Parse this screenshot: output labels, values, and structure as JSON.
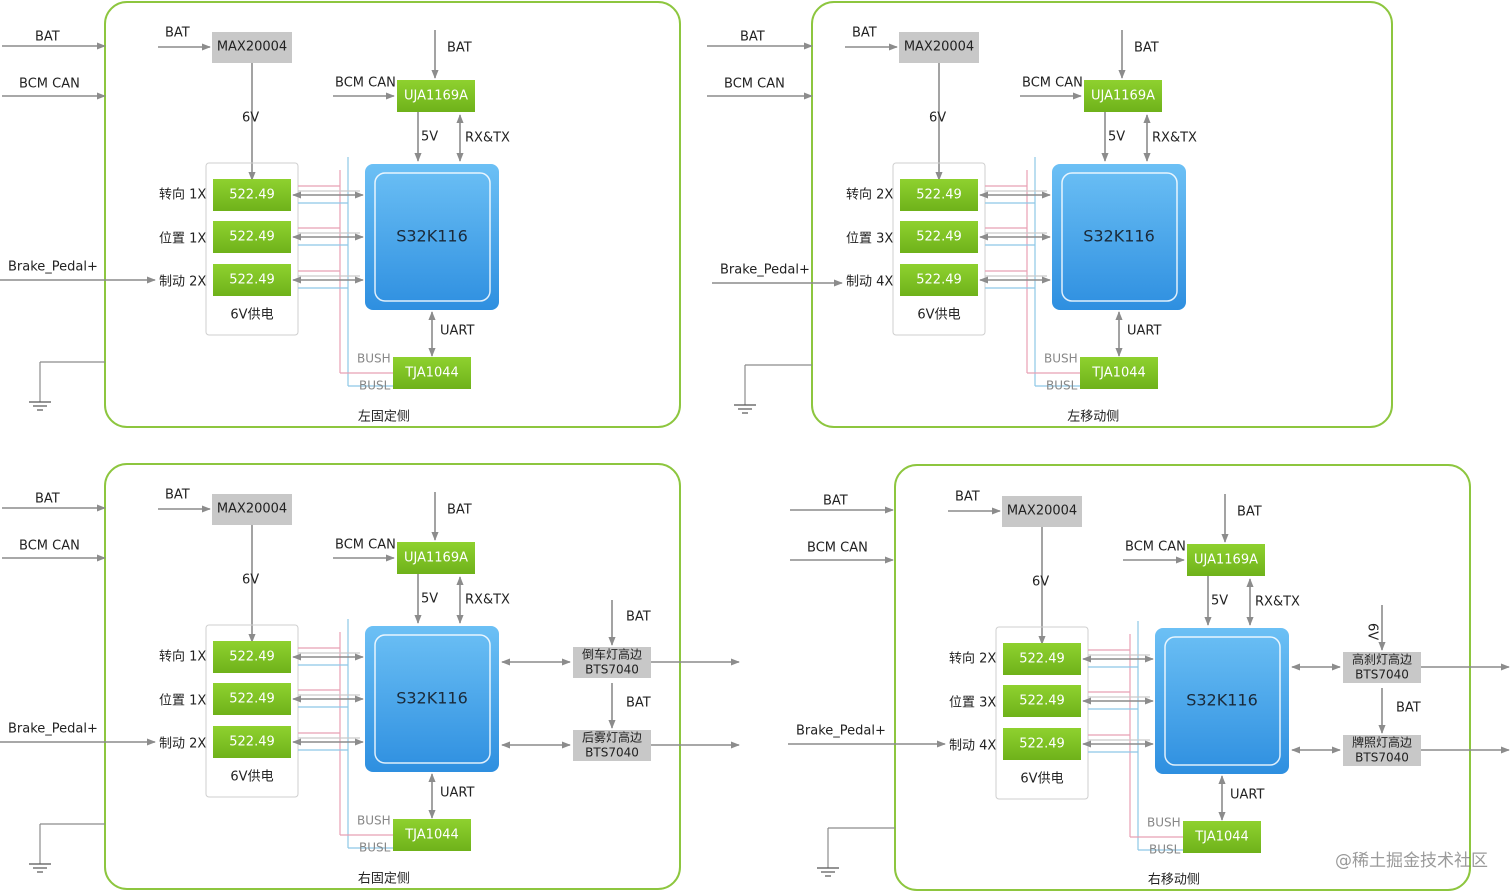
{
  "colors": {
    "frame": "#8dc63f",
    "green_block": "#7cc21f",
    "gray_block": "#c8c8c8",
    "mcu_blue": "#3aa0ea",
    "arrow": "#8c8c8c",
    "pink_line": "#e8a0b4",
    "blue_line": "#8ec8e6"
  },
  "panels": [
    {
      "id": "left-fixed",
      "caption": "左固定侧",
      "inputs": {
        "bat": "BAT",
        "can": "BCM CAN",
        "brake": "Brake_Pedal+"
      },
      "regulator": {
        "label": "MAX20004",
        "in": "BAT",
        "out": "6V"
      },
      "transceiver": {
        "label": "UJA1169A",
        "in": "BAT",
        "can": "BCM CAN",
        "supply": "5V",
        "comm": "RX&TX"
      },
      "mcu": "S32K116",
      "drivers": [
        {
          "tag": "转向 1X",
          "chip": "522.49"
        },
        {
          "tag": "位置 1X",
          "chip": "522.49"
        },
        {
          "tag": "制动 2X",
          "chip": "522.49"
        }
      ],
      "driver_supply": "6V供电",
      "lin": {
        "label": "TJA1044",
        "comm": "UART",
        "bush": "BUSH",
        "busl": "BUSL"
      },
      "loads": []
    },
    {
      "id": "left-moving",
      "caption": "左移动侧",
      "inputs": {
        "bat": "BAT",
        "can": "BCM CAN",
        "brake": "Brake_Pedal+"
      },
      "regulator": {
        "label": "MAX20004",
        "in": "BAT",
        "out": "6V"
      },
      "transceiver": {
        "label": "UJA1169A",
        "in": "BAT",
        "can": "BCM CAN",
        "supply": "5V",
        "comm": "RX&TX"
      },
      "mcu": "S32K116",
      "drivers": [
        {
          "tag": "转向  2X",
          "chip": "522.49"
        },
        {
          "tag": "位置  3X",
          "chip": "522.49"
        },
        {
          "tag": "制动  4X",
          "chip": "522.49"
        }
      ],
      "driver_supply": "6V供电",
      "lin": {
        "label": "TJA1044",
        "comm": "UART",
        "bush": "BUSH",
        "busl": "BUSL"
      },
      "loads": []
    },
    {
      "id": "right-fixed",
      "caption": "右固定侧",
      "inputs": {
        "bat": "BAT",
        "can": "BCM CAN",
        "brake": "Brake_Pedal+"
      },
      "regulator": {
        "label": "MAX20004",
        "in": "BAT",
        "out": "6V"
      },
      "transceiver": {
        "label": "UJA1169A",
        "in": "BAT",
        "can": "BCM CAN",
        "supply": "5V",
        "comm": "RX&TX"
      },
      "mcu": "S32K116",
      "drivers": [
        {
          "tag": "转向 1X",
          "chip": "522.49"
        },
        {
          "tag": "位置 1X",
          "chip": "522.49"
        },
        {
          "tag": "制动 2X",
          "chip": "522.49"
        }
      ],
      "driver_supply": "6V供电",
      "lin": {
        "label": "TJA1044",
        "comm": "UART",
        "bush": "BUSH",
        "busl": "BUSL"
      },
      "loads": [
        {
          "line1": "倒车灯高边",
          "line2": "BTS7040",
          "supply": "BAT",
          "vertical": false
        },
        {
          "line1": "后雾灯高边",
          "line2": "BTS7040",
          "supply": "BAT",
          "vertical": false
        }
      ]
    },
    {
      "id": "right-moving",
      "caption": "右移动侧",
      "inputs": {
        "bat": "BAT",
        "can": "BCM CAN",
        "brake": "Brake_Pedal+"
      },
      "regulator": {
        "label": "MAX20004",
        "in": "BAT",
        "out": "6V"
      },
      "transceiver": {
        "label": "UJA1169A",
        "in": "BAT",
        "can": "BCM CAN",
        "supply": "5V",
        "comm": "RX&TX"
      },
      "mcu": "S32K116",
      "drivers": [
        {
          "tag": "转向 2X",
          "chip": "522.49"
        },
        {
          "tag": "位置  3X",
          "chip": "522.49"
        },
        {
          "tag": "制动 4X",
          "chip": "522.49"
        }
      ],
      "driver_supply": "6V供电",
      "lin": {
        "label": "TJA1044",
        "comm": "UART",
        "bush": "BUSH",
        "busl": "BUSL"
      },
      "loads": [
        {
          "line1": "高刹灯高边",
          "line2": "BTS7040",
          "supply": "6V",
          "vertical": true
        },
        {
          "line1": "牌照灯高边",
          "line2": "BTS7040",
          "supply": "BAT",
          "vertical": false
        }
      ]
    }
  ],
  "watermark": "@稀土掘金技术社区"
}
